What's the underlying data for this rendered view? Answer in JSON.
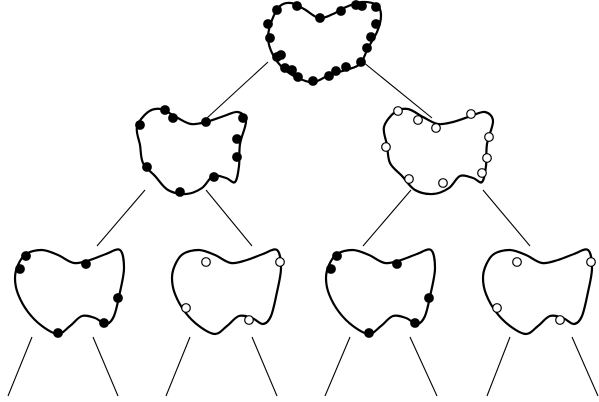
{
  "diagram": {
    "kind": "binary-subdivision-tree",
    "levels": 3,
    "stroke_color": "#000000",
    "background": "#ffffff",
    "point_fill_colors": {
      "filled": "#000000",
      "hollow": "#ffffff"
    },
    "nodes": [
      {
        "id": "root",
        "level": 0,
        "filled_points": 22,
        "hollow_points": 0
      },
      {
        "id": "L",
        "level": 1,
        "filled_points": 10,
        "hollow_points": 0
      },
      {
        "id": "R",
        "level": 1,
        "filled_points": 0,
        "hollow_points": 10
      },
      {
        "id": "LL",
        "level": 2,
        "filled_points": 6,
        "hollow_points": 0
      },
      {
        "id": "LR",
        "level": 2,
        "filled_points": 0,
        "hollow_points": 4
      },
      {
        "id": "RL",
        "level": 2,
        "filled_points": 6,
        "hollow_points": 0
      },
      {
        "id": "RR",
        "level": 2,
        "filled_points": 0,
        "hollow_points": 4
      }
    ]
  }
}
